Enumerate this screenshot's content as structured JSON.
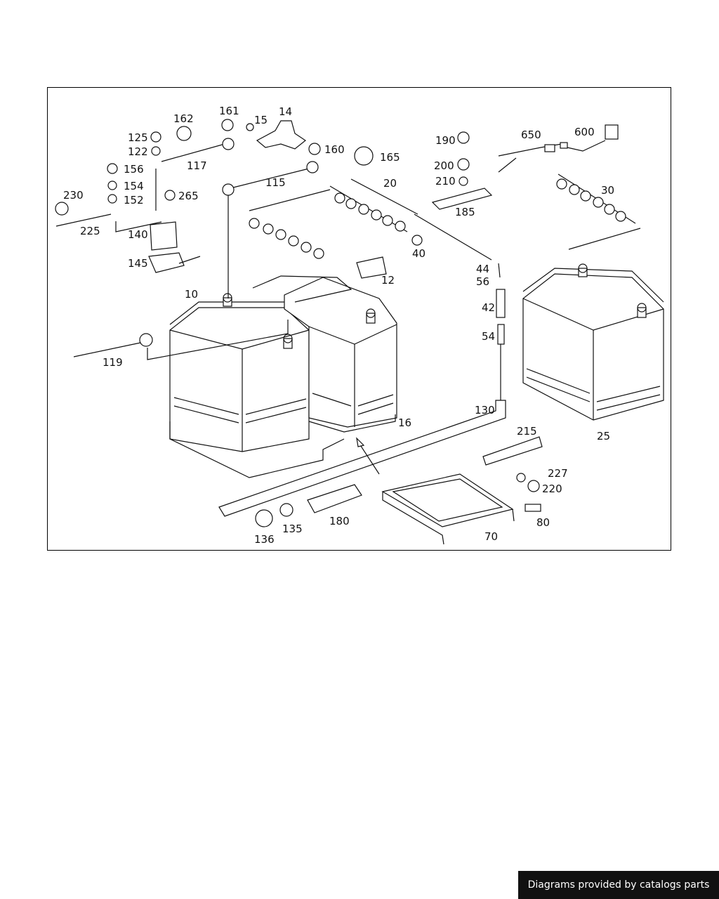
{
  "diagram": {
    "labels": [
      "10",
      "12",
      "14",
      "15",
      "16",
      "20",
      "25",
      "30",
      "40",
      "42",
      "44",
      "54",
      "56",
      "70",
      "80",
      "115",
      "117",
      "119",
      "122",
      "125",
      "130",
      "135",
      "136",
      "140",
      "145",
      "152",
      "154",
      "156",
      "160",
      "161",
      "162",
      "165",
      "180",
      "185",
      "190",
      "200",
      "210",
      "215",
      "220",
      "225",
      "227",
      "230",
      "265",
      "600",
      "650"
    ]
  },
  "footer": {
    "text": "Diagrams provided by catalogs parts"
  }
}
